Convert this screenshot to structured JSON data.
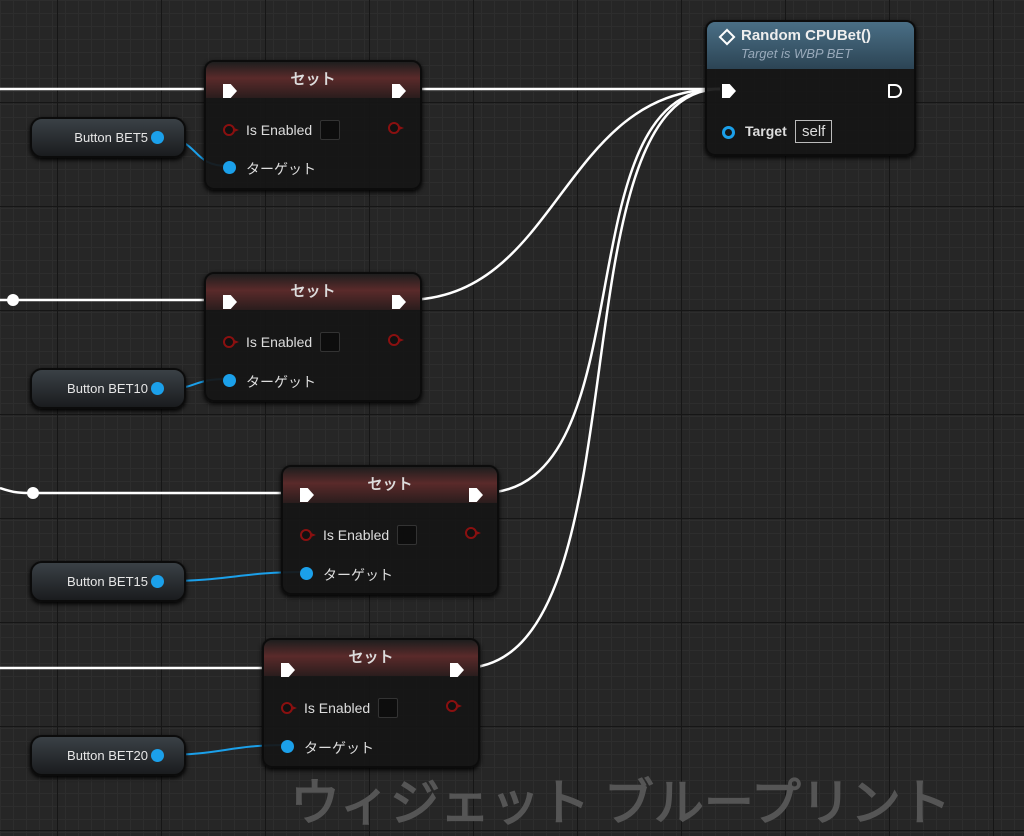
{
  "watermark": "ウィジェット ブループリント",
  "function_node": {
    "title": "Random CPUBet()",
    "subtitle": "Target is WBP BET",
    "target_label": "Target",
    "target_value": "self",
    "icon": "function-diamond-icon"
  },
  "set_nodes": [
    {
      "title": "セット",
      "is_enabled_label": "Is Enabled",
      "target_label": "ターゲット"
    },
    {
      "title": "セット",
      "is_enabled_label": "Is Enabled",
      "target_label": "ターゲット"
    },
    {
      "title": "セット",
      "is_enabled_label": "Is Enabled",
      "target_label": "ターゲット"
    },
    {
      "title": "セット",
      "is_enabled_label": "Is Enabled",
      "target_label": "ターゲット"
    }
  ],
  "variables": [
    {
      "label": "Button BET5"
    },
    {
      "label": "Button BET10"
    },
    {
      "label": "Button BET15"
    },
    {
      "label": "Button BET20"
    }
  ],
  "colors": {
    "exec": "#ffffff",
    "object_pin": "#1ba0ea",
    "bool_pin": "#8a1010",
    "function_header": "#3d5d72",
    "set_header": "#5a2a2a"
  }
}
